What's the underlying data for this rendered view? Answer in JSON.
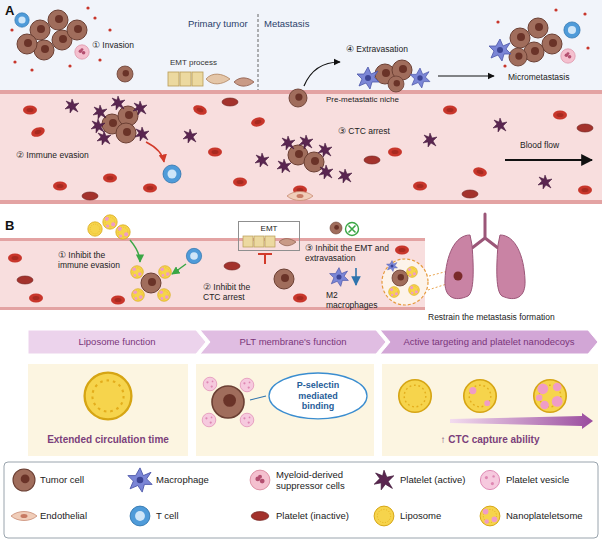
{
  "diagram": {
    "nodes": [
      {
        "text": [
          "EMT"
        ]
      },
      {
        "text": [
          "Liposome function"
        ]
      },
      {
        "text": [
          "PLT membrane's function"
        ]
      },
      {
        "text": [
          "Active targeting and platelet nanodecoys"
        ]
      },
      {
        "text": [
          "Extended circulation time"
        ]
      },
      {
        "text": [
          "P-selectin mediated binding"
        ]
      },
      {
        "text": [
          "↑ CTC capture ability"
        ]
      }
    ],
    "labels": [
      "A",
      "Primary tumor",
      "Metastasis",
      "① Invasion",
      "EMT process",
      "④ Extravasation",
      "Pre-metastatic niche",
      "Micrometastasis",
      "② Immune evasion",
      "③ CTC arrest",
      "Blood flow",
      "B",
      "① Inhibit the immune evasion",
      "③ Inhibit the EMT and extravasation",
      "② Inhibit the CTC arrest",
      "M2 macrophages",
      "Restrain the metastasis formation"
    ],
    "legend": [
      {
        "text": "Tumor cell"
      },
      {
        "text": "Macrophage"
      },
      {
        "text": "Myeloid-derived suppressor cells"
      },
      {
        "text": "Platelet (active)"
      },
      {
        "text": "Platelet vesicle"
      },
      {
        "text": "Endothelial"
      },
      {
        "text": "T cell"
      },
      {
        "text": "Platelet (inactive)"
      },
      {
        "text": "Liposome"
      },
      {
        "text": "Nanoplateletsome"
      }
    ]
  }
}
